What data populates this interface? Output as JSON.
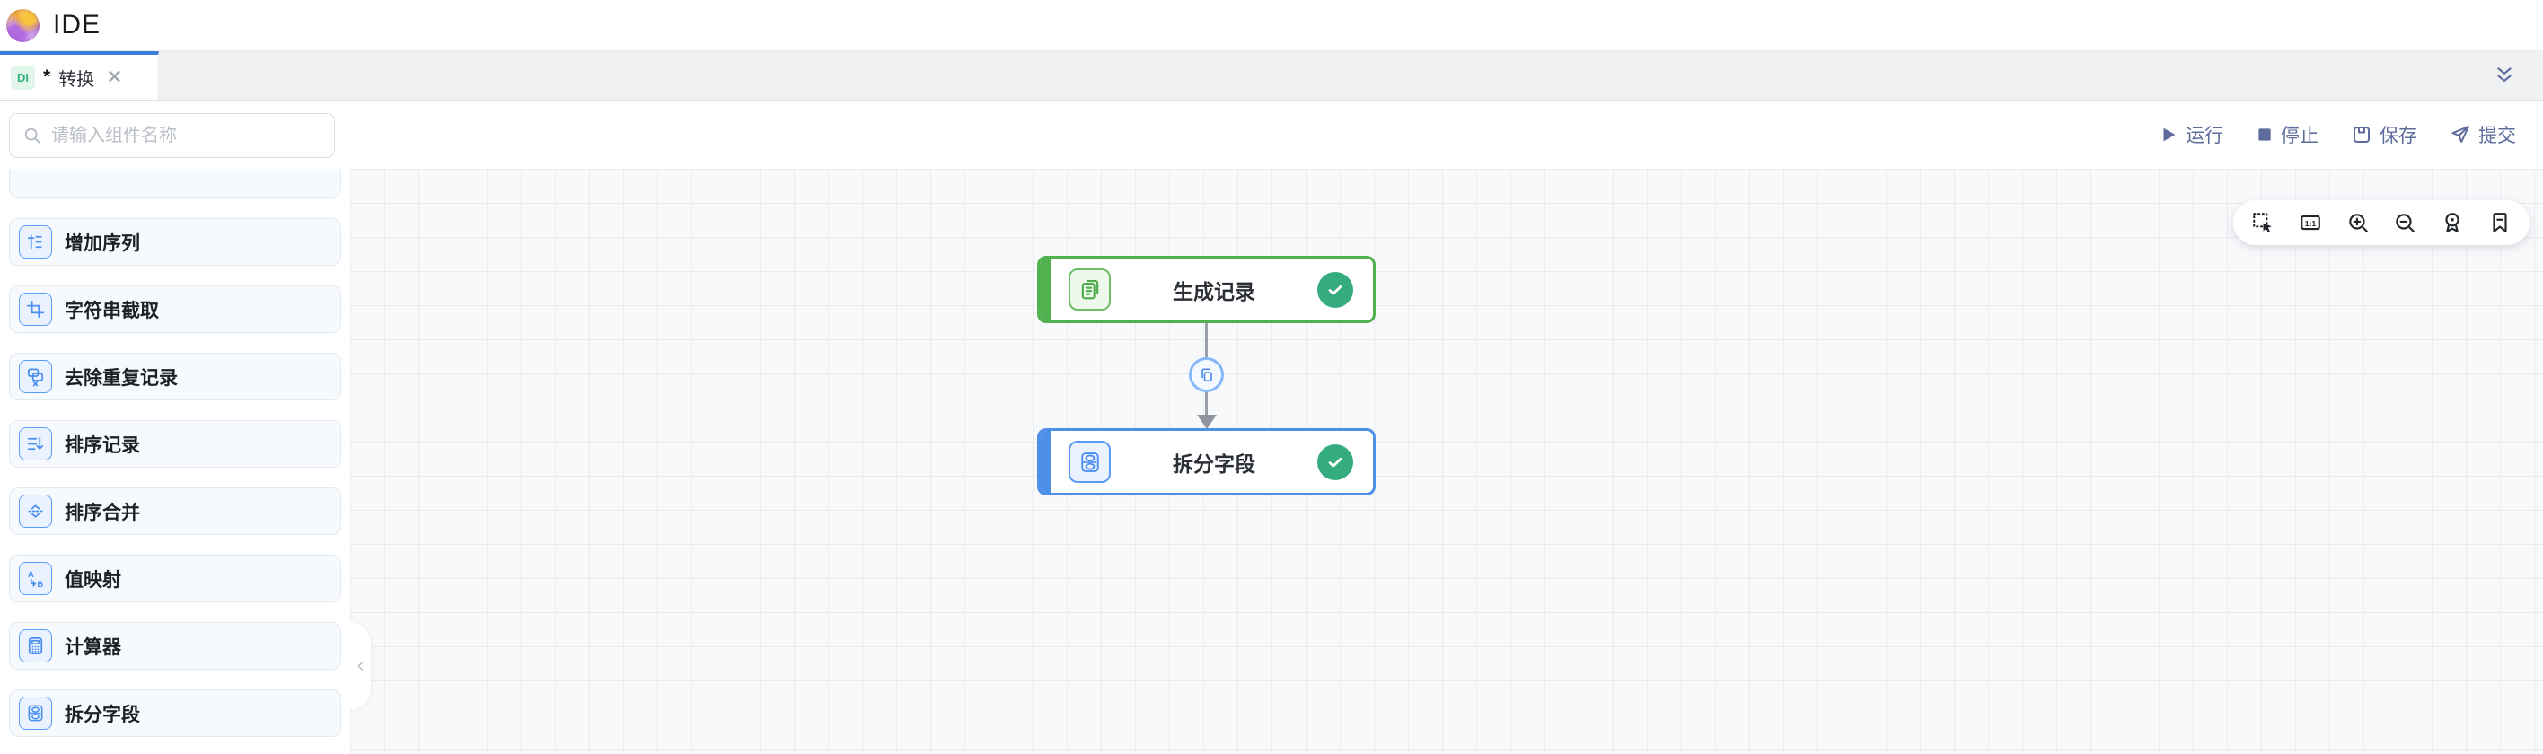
{
  "header": {
    "app_title": "IDE"
  },
  "tab_bar": {
    "active_tab": {
      "badge": "DI",
      "modified_indicator": "*",
      "label": "转换",
      "close_icon": "close-icon"
    },
    "right_icon": "double-chevron-down-icon"
  },
  "toolbar": {
    "search_placeholder": "请输入组件名称",
    "search_icon": "search-icon",
    "actions": [
      {
        "label": "运行",
        "icon": "play-icon"
      },
      {
        "label": "停止",
        "icon": "stop-icon"
      },
      {
        "label": "保存",
        "icon": "save-icon"
      },
      {
        "label": "提交",
        "icon": "submit-icon"
      }
    ]
  },
  "sidebar": {
    "items": [
      {
        "label": "增加序列",
        "icon": "add-sequence-icon"
      },
      {
        "label": "字符串截取",
        "icon": "string-cut-icon"
      },
      {
        "label": "去除重复记录",
        "icon": "dedupe-icon"
      },
      {
        "label": "排序记录",
        "icon": "sort-records-icon"
      },
      {
        "label": "排序合并",
        "icon": "sort-merge-icon"
      },
      {
        "label": "值映射",
        "icon": "value-map-icon"
      },
      {
        "label": "计算器",
        "icon": "calculator-icon"
      },
      {
        "label": "拆分字段",
        "icon": "split-fields-icon"
      }
    ],
    "collapse_icon": "chevron-left-icon"
  },
  "canvas": {
    "nodes": [
      {
        "label": "生成记录",
        "icon": "generate-records-icon",
        "status": "success",
        "accent_color": "#52b14e"
      },
      {
        "label": "拆分字段",
        "icon": "split-fields-icon",
        "status": "success",
        "accent_color": "#4e8fe8"
      }
    ],
    "connection": {
      "from": "生成记录",
      "to": "拆分字段",
      "hop_icon": "copy-icon"
    },
    "toolbar_icons": [
      "marquee-select-icon",
      "ratio-1-1-icon",
      "zoom-in-icon",
      "zoom-out-icon",
      "locate-icon",
      "bookmark-icon"
    ]
  },
  "colors": {
    "accent-blue": "#3d7fd6",
    "action-slate": "#5d6c9c",
    "component-blue": "#4a8ef0",
    "node-green": "#52b14e",
    "node-blue": "#4e8fe8",
    "status-green": "#35ab80",
    "badge-green-bg": "#e1f5eb",
    "badge-green-text": "#35b086"
  }
}
